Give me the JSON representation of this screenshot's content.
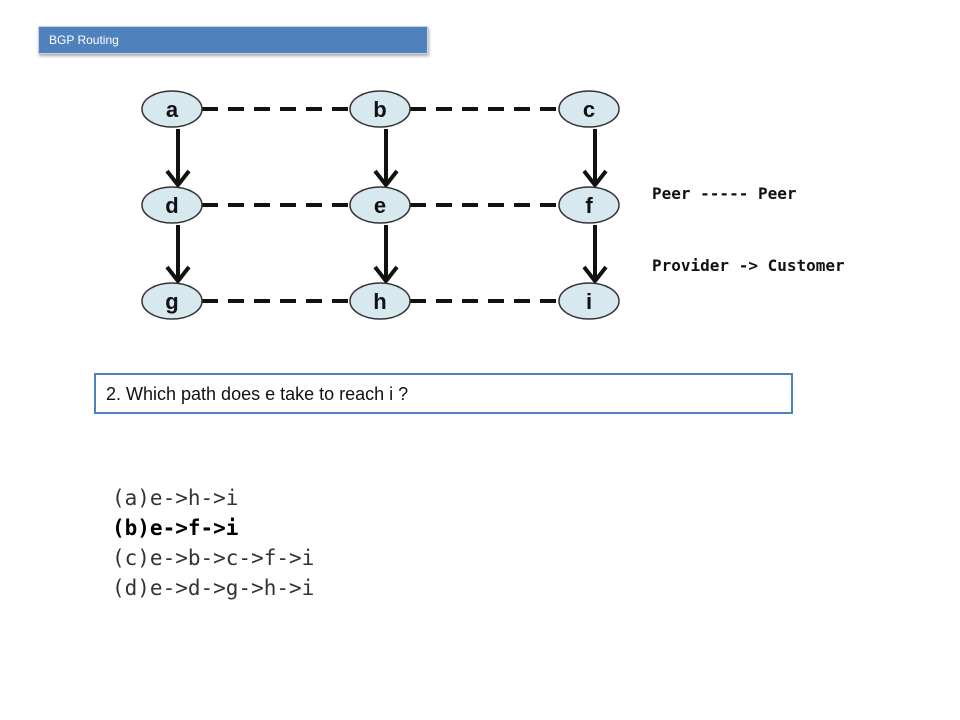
{
  "title": "BGP Routing",
  "nodes": [
    {
      "id": "a"
    },
    {
      "id": "b"
    },
    {
      "id": "c"
    },
    {
      "id": "d"
    },
    {
      "id": "e"
    },
    {
      "id": "f"
    },
    {
      "id": "g"
    },
    {
      "id": "h"
    },
    {
      "id": "i"
    }
  ],
  "peer_links": [
    [
      "a",
      "b"
    ],
    [
      "b",
      "c"
    ],
    [
      "d",
      "e"
    ],
    [
      "e",
      "f"
    ],
    [
      "g",
      "h"
    ],
    [
      "h",
      "i"
    ]
  ],
  "provider_customer_links": [
    [
      "a",
      "d"
    ],
    [
      "d",
      "g"
    ],
    [
      "b",
      "e"
    ],
    [
      "e",
      "h"
    ],
    [
      "c",
      "f"
    ],
    [
      "f",
      "i"
    ]
  ],
  "legend": {
    "peer": "Peer ----- Peer",
    "provider": "Provider -> Customer"
  },
  "question": "2. Which path does e take to reach i ?",
  "options": [
    {
      "label": "(a)e->h->i",
      "bold": false
    },
    {
      "label": "(b)e->f->i",
      "bold": true
    },
    {
      "label": "(c)e->b->c->f->i",
      "bold": false
    },
    {
      "label": "(d)e->d->g->h->i",
      "bold": false
    }
  ],
  "colors": {
    "node_fill": "#d7e9ef",
    "accent": "#4f81bd"
  }
}
